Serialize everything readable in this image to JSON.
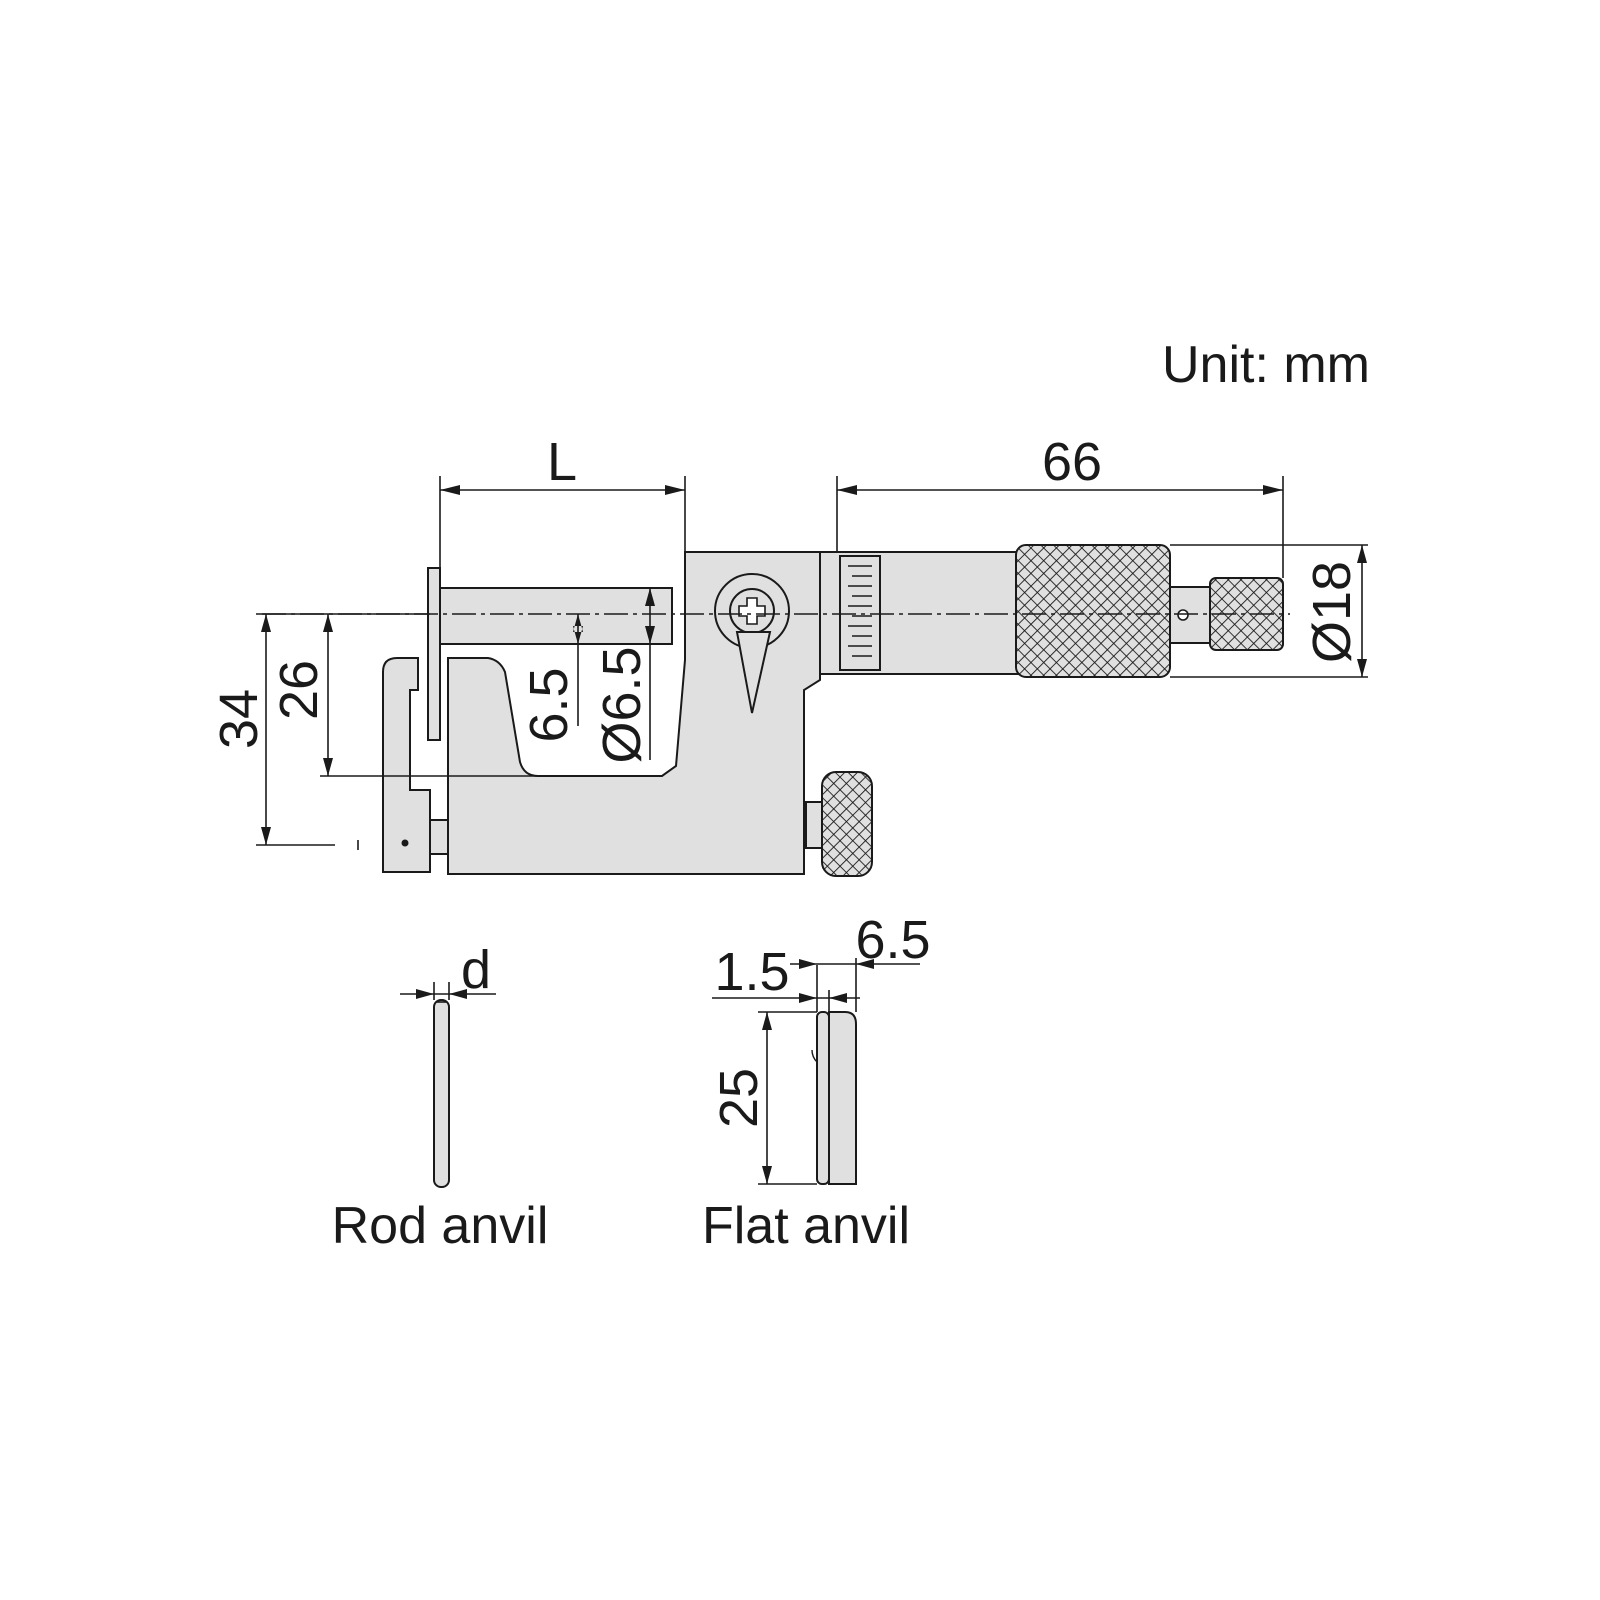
{
  "unit_label": "Unit: mm",
  "dimensions": {
    "length": "L",
    "overall_length": "66",
    "thimble_diameter": "Ø18",
    "frame_height": "34",
    "axis_height": "26",
    "anvil_offset": "6.5",
    "spindle_diameter": "Ø6.5",
    "rod_diameter": "d",
    "flat_thickness": "1.5",
    "flat_width": "6.5",
    "flat_length": "25"
  },
  "captions": {
    "rod_anvil": "Rod anvil",
    "flat_anvil": "Flat anvil"
  },
  "colors": {
    "line": "#1a1a1a",
    "part_fill": "#e0e0e0",
    "background": "#ffffff"
  }
}
